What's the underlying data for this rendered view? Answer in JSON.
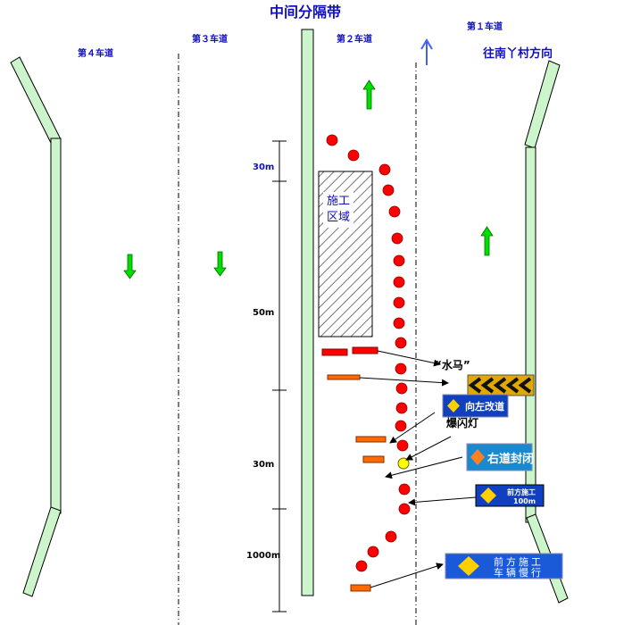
{
  "title": "中间分隔带",
  "lanes": {
    "lane1": "第１车道",
    "lane2": "第２车道",
    "lane3": "第３车道",
    "lane4": "第４车道"
  },
  "direction": "往南丫村方向",
  "work_zone": {
    "line1": "施工",
    "line2": "区域"
  },
  "dimensions": {
    "d1": "30m",
    "d2": "50m",
    "d3": "30m",
    "d4": "1000m"
  },
  "labels": {
    "water_horse": "“水马”",
    "flash_light": "爆闪灯"
  },
  "signs": {
    "detour_left": "向左改道",
    "right_closed": "右道封闭",
    "ahead_work_line1": "前方施工",
    "ahead_work_line2": "100m",
    "slow_line1": "前方施工",
    "slow_line2": "车辆慢行"
  },
  "colors": {
    "cone": "#ff0000",
    "barrier": "#ff6a00",
    "sign_blue": "#1040c0",
    "median": "#ccf5cc"
  }
}
